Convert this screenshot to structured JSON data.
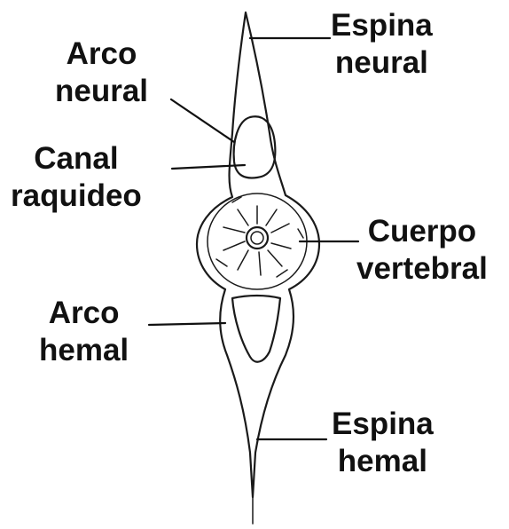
{
  "labels": {
    "espina_neural": [
      "Espina",
      "neural"
    ],
    "arco_neural": [
      "Arco",
      "neural"
    ],
    "canal_raquideo": [
      "Canal",
      "raquideo"
    ],
    "cuerpo_vertebral": [
      "Cuerpo",
      "vertebral"
    ],
    "arco_hemal": [
      "Arco",
      "hemal"
    ],
    "espina_hemal": [
      "Espina",
      "hemal"
    ]
  }
}
